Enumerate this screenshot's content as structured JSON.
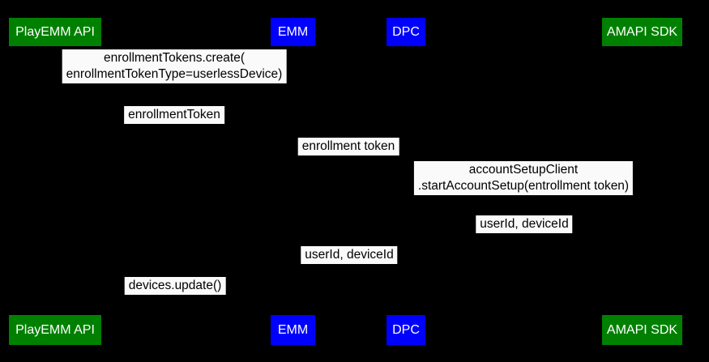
{
  "diagram": {
    "type": "sequence-diagram",
    "background_color": "#000000",
    "label_background_color": "#fafafa",
    "label_text_color": "#000000",
    "actors": [
      {
        "id": "playemm-api",
        "label": "PlayEMM API",
        "color": "#008000",
        "text_color": "#ffffff"
      },
      {
        "id": "emm",
        "label": "EMM",
        "color": "#0000ff",
        "text_color": "#ffffff"
      },
      {
        "id": "dpc",
        "label": "DPC",
        "color": "#0000ff",
        "text_color": "#ffffff"
      },
      {
        "id": "amapi-sdk",
        "label": "AMAPI SDK",
        "color": "#008000",
        "text_color": "#ffffff"
      }
    ],
    "messages": [
      {
        "lines": [
          "enrollmentTokens.create(",
          "enrollmentTokenType=userlessDevice)"
        ]
      },
      {
        "lines": [
          "enrollmentToken"
        ]
      },
      {
        "lines": [
          "enrollment token"
        ]
      },
      {
        "lines": [
          "accountSetupClient",
          ".startAccountSetup(entrollment token)"
        ]
      },
      {
        "lines": [
          "userId, deviceId"
        ]
      },
      {
        "lines": [
          "userId, deviceId"
        ]
      },
      {
        "lines": [
          "devices.update()"
        ]
      }
    ]
  }
}
